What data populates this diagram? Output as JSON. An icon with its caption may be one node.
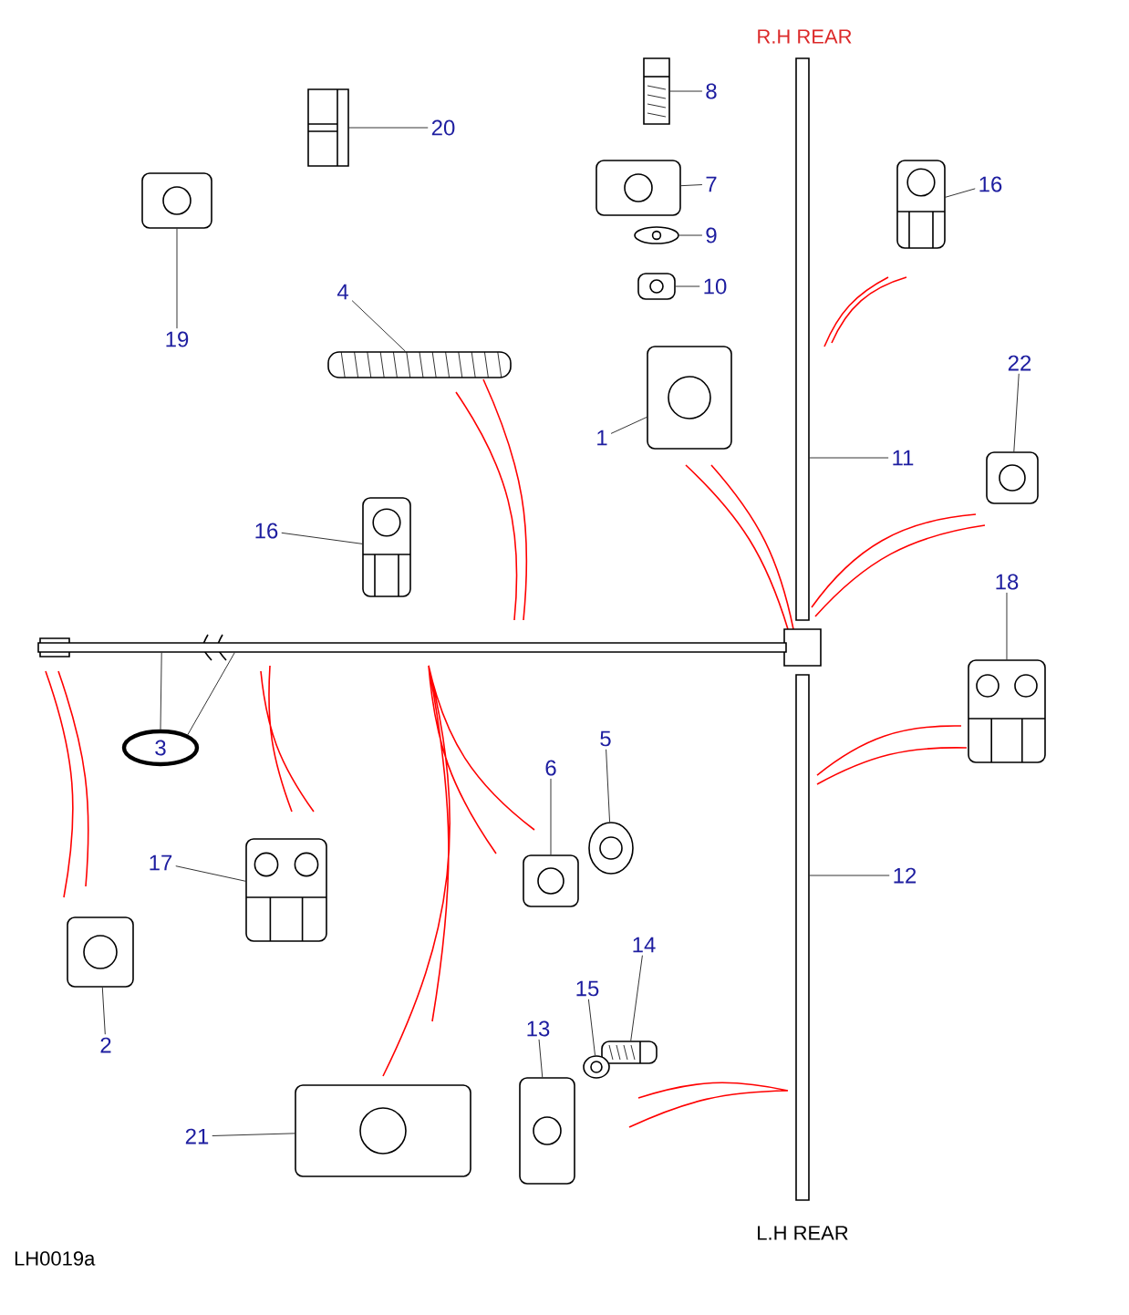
{
  "diagram": {
    "nodes": [
      {
        "text": [
          "8"
        ]
      },
      {
        "text": [],
        "shape": "picture"
      },
      {
        "text": [
          "7"
        ]
      },
      {
        "text": [],
        "shape": "picture"
      },
      {
        "text": [
          "9"
        ]
      },
      {
        "text": [],
        "shape": "picture"
      },
      {
        "text": [
          "10"
        ]
      },
      {
        "text": [],
        "shape": "picture"
      },
      {
        "text": [
          "16"
        ]
      },
      {
        "text": [],
        "shape": "picture"
      },
      {
        "text": [
          "20"
        ]
      },
      {
        "text": [],
        "shape": "picture"
      },
      {
        "text": [
          "19"
        ]
      },
      {
        "text": [],
        "shape": "picture"
      },
      {
        "text": [
          "4"
        ]
      },
      {
        "text": [],
        "shape": "picture"
      },
      {
        "text": [
          "1"
        ]
      },
      {
        "text": [],
        "shape": "picture"
      },
      {
        "text": [
          "22"
        ]
      },
      {
        "text": [],
        "shape": "picture"
      },
      {
        "text": [
          "11"
        ]
      },
      {
        "text": [],
        "shape": "bar",
        "beside": [
          "R.H REAR"
        ]
      },
      {
        "text": [
          "12"
        ]
      },
      {
        "text": [],
        "shape": "bar",
        "beside": [
          "L.H REAR"
        ]
      },
      {
        "text": [
          "16"
        ]
      },
      {
        "text": [],
        "shape": "picture"
      },
      {
        "text": [
          "18"
        ]
      },
      {
        "text": [],
        "shape": "picture"
      },
      {
        "text": [
          "3"
        ]
      },
      {
        "text": [],
        "shape": "bar"
      },
      {
        "text": [
          "5"
        ]
      },
      {
        "text": [],
        "shape": "picture"
      },
      {
        "text": [
          "6"
        ]
      },
      {
        "text": [],
        "shape": "picture"
      },
      {
        "text": [
          "17"
        ]
      },
      {
        "text": [],
        "shape": "picture"
      },
      {
        "text": [
          "2"
        ]
      },
      {
        "text": [],
        "shape": "picture"
      },
      {
        "text": [
          "14"
        ]
      },
      {
        "text": [],
        "shape": "picture"
      },
      {
        "text": [
          "15"
        ]
      },
      {
        "text": [],
        "shape": "picture"
      },
      {
        "text": [
          "13"
        ]
      },
      {
        "text": [],
        "shape": "picture"
      },
      {
        "text": [
          "21"
        ]
      },
      {
        "text": [],
        "shape": "picture"
      }
    ],
    "edges": [
      {
        "from": 0,
        "to": 1,
        "arrow": "none"
      },
      {
        "from": 2,
        "to": 3,
        "arrow": "none"
      },
      {
        "from": 4,
        "to": 5,
        "arrow": "none"
      },
      {
        "from": 6,
        "to": 7,
        "arrow": "none"
      },
      {
        "from": 8,
        "to": 9,
        "arrow": "none"
      },
      {
        "from": 10,
        "to": 11,
        "arrow": "none"
      },
      {
        "from": 12,
        "to": 13,
        "arrow": "none"
      },
      {
        "from": 14,
        "to": 15,
        "arrow": "none"
      },
      {
        "from": 16,
        "to": 17,
        "arrow": "none"
      },
      {
        "from": 18,
        "to": 19,
        "arrow": "none"
      },
      {
        "from": 20,
        "to": 21,
        "arrow": "none"
      },
      {
        "from": 22,
        "to": 23,
        "arrow": "none"
      },
      {
        "from": 24,
        "to": 25,
        "arrow": "none"
      },
      {
        "from": 26,
        "to": 27,
        "arrow": "none"
      },
      {
        "from": 28,
        "to": 29,
        "arrow": "none"
      },
      {
        "from": 28,
        "to": 29,
        "arrow": "none"
      },
      {
        "from": 30,
        "to": 31,
        "arrow": "none"
      },
      {
        "from": 32,
        "to": 33,
        "arrow": "none"
      },
      {
        "from": 34,
        "to": 35,
        "arrow": "none"
      },
      {
        "from": 36,
        "to": 37,
        "arrow": "none"
      },
      {
        "from": 38,
        "to": 39,
        "arrow": "none"
      },
      {
        "from": 40,
        "to": 41,
        "arrow": "none"
      },
      {
        "from": 42,
        "to": 43,
        "arrow": "none"
      },
      {
        "from": 44,
        "to": 45,
        "arrow": "none"
      }
    ],
    "labels": [
      "LH0019a"
    ]
  }
}
